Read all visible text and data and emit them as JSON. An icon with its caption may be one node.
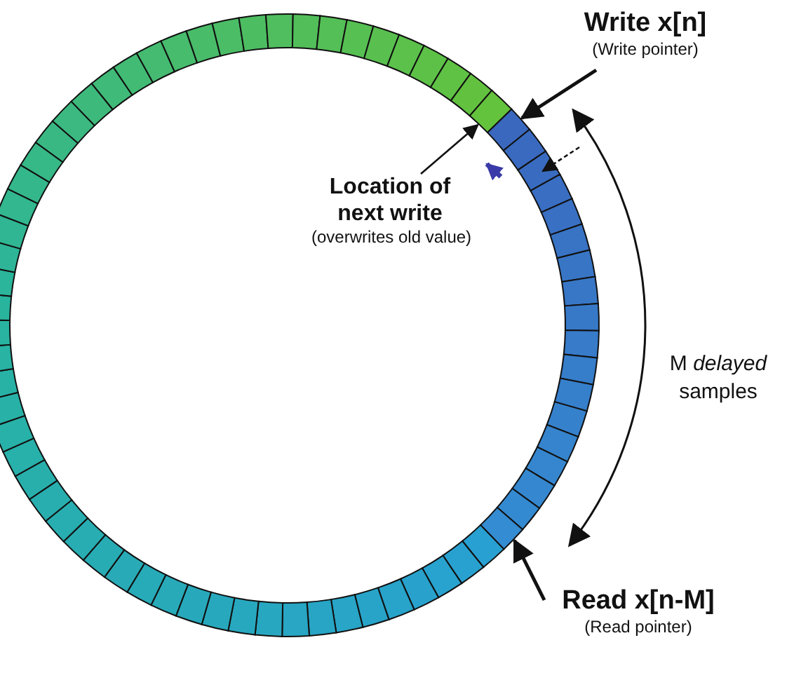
{
  "diagram": {
    "nodes": [
      {
        "text": [
          "Write x[n]",
          "(Write pointer)"
        ]
      },
      {
        "text": [],
        "shape": "box"
      },
      {
        "text": [],
        "shape": "box"
      },
      {
        "text": [
          "Location of next write",
          "(overwrites old value)"
        ]
      },
      {
        "text": [],
        "shape": "box"
      },
      {
        "text": [
          "Read x[n-M]",
          "(Read pointer)"
        ]
      }
    ],
    "edges": [
      {
        "from": 0,
        "to": 1,
        "arrow": "to"
      },
      {
        "from": 3,
        "to": 2,
        "arrow": "to"
      },
      {
        "from": 5,
        "to": 4,
        "arrow": "to"
      }
    ],
    "labels": [
      "M *delayed* samples"
    ]
  }
}
